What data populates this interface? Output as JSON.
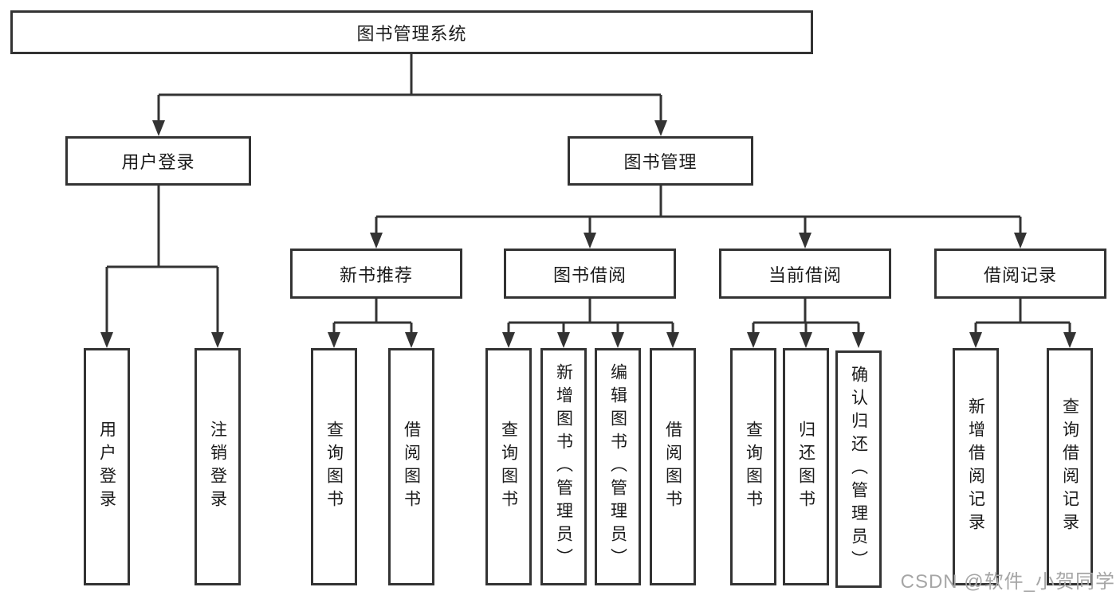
{
  "tree": {
    "label": "图书管理系统",
    "children": [
      {
        "label": "用户登录",
        "children": [
          {
            "label": "用户登录"
          },
          {
            "label": "注销登录"
          }
        ]
      },
      {
        "label": "图书管理",
        "children": [
          {
            "label": "新书推荐",
            "children": [
              {
                "label": "查询图书"
              },
              {
                "label": "借阅图书"
              }
            ]
          },
          {
            "label": "图书借阅",
            "children": [
              {
                "label": "查询图书"
              },
              {
                "label": "新增图书（管理员）"
              },
              {
                "label": "编辑图书（管理员）"
              },
              {
                "label": "借阅图书"
              }
            ]
          },
          {
            "label": "当前借阅",
            "children": [
              {
                "label": "查询图书"
              },
              {
                "label": "归还图书"
              },
              {
                "label": "确认归还（管理员）"
              }
            ]
          },
          {
            "label": "借阅记录",
            "children": [
              {
                "label": "新增借阅记录"
              },
              {
                "label": "查询借阅记录"
              }
            ]
          }
        ]
      }
    ]
  },
  "watermark": {
    "text": "CSDN @软件_小贺同学"
  },
  "colors": {
    "line": "#333333",
    "text": "#1a1a1a",
    "background": "#ffffff",
    "watermark": "#a6a6a6"
  }
}
